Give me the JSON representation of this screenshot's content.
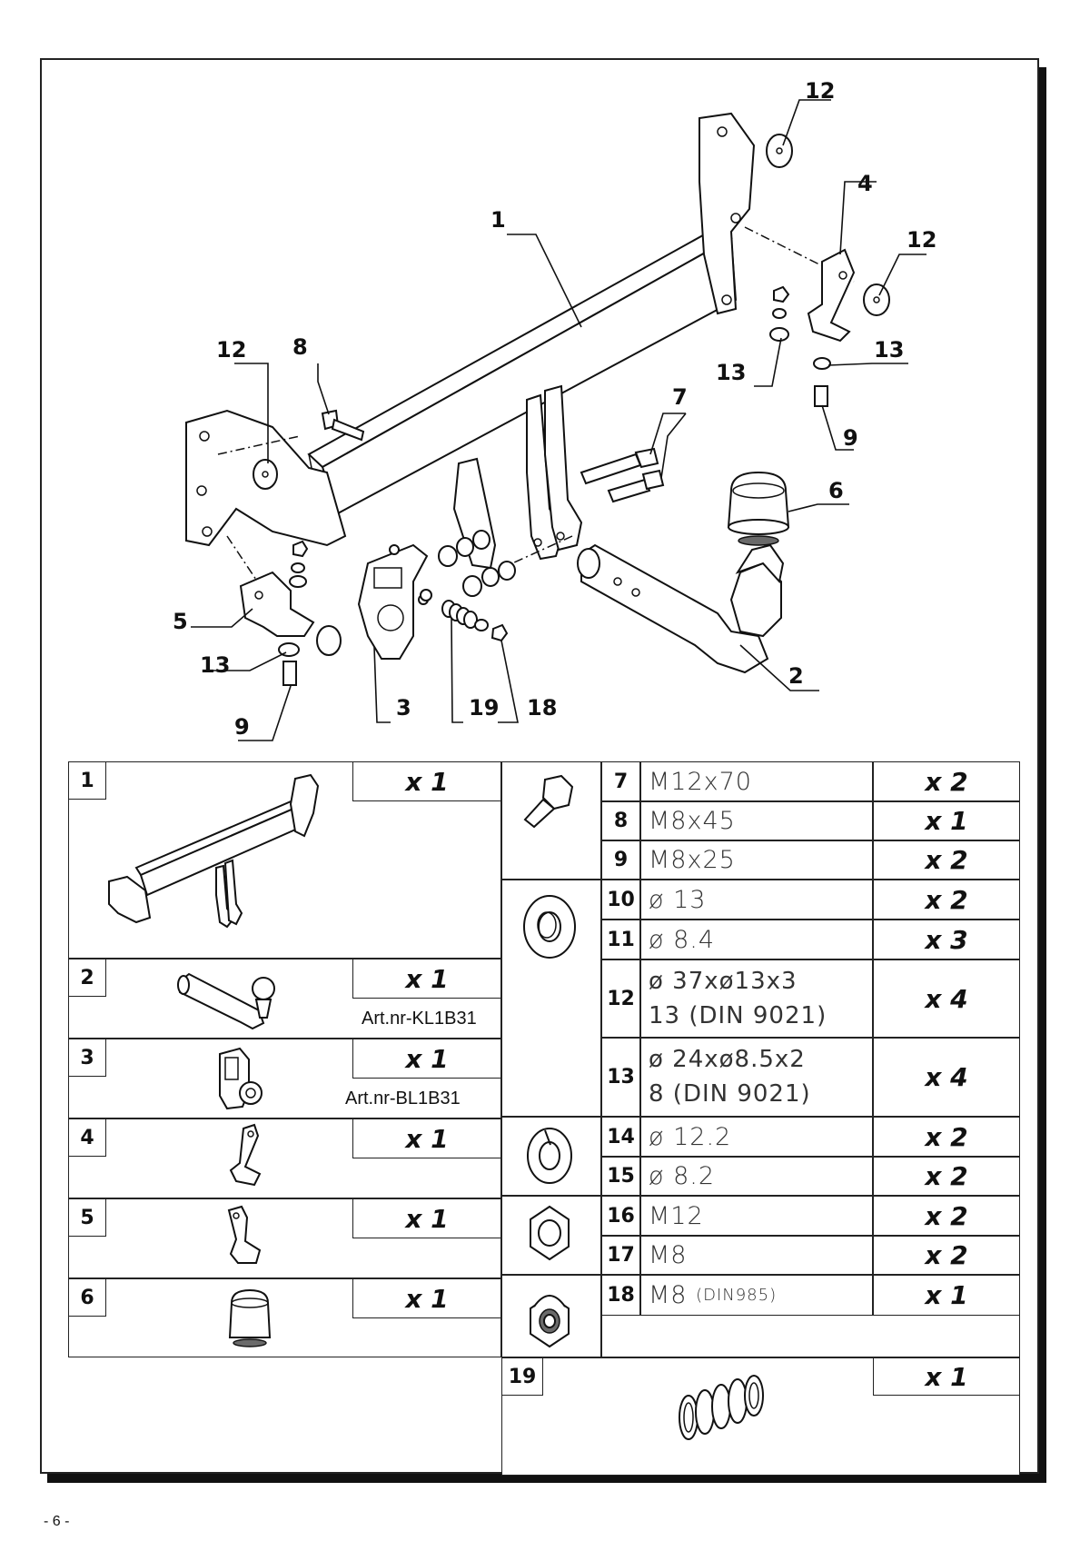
{
  "callouts": [
    "1",
    "2",
    "3",
    "4",
    "5",
    "6",
    "7",
    "8",
    "9",
    "9",
    "12",
    "12",
    "12",
    "13",
    "13",
    "13",
    "18",
    "19"
  ],
  "parts": [
    {
      "no": "1",
      "qty": "x 1",
      "art": ""
    },
    {
      "no": "2",
      "qty": "x 1",
      "art": "Art.nr-KL1B31"
    },
    {
      "no": "3",
      "qty": "x 1",
      "art": "Art.nr-BL1B31"
    },
    {
      "no": "4",
      "qty": "x 1",
      "art": ""
    },
    {
      "no": "5",
      "qty": "x 1",
      "art": ""
    },
    {
      "no": "6",
      "qty": "x 1",
      "art": ""
    }
  ],
  "hardware": [
    {
      "no": "7",
      "spec": "M12x70",
      "qty": "x 2"
    },
    {
      "no": "8",
      "spec": "M8x45",
      "qty": "x 1"
    },
    {
      "no": "9",
      "spec": "M8x25",
      "qty": "x 2"
    },
    {
      "no": "10",
      "spec": "ø 13",
      "qty": "x 2"
    },
    {
      "no": "11",
      "spec": "ø 8.4",
      "qty": "x 3"
    },
    {
      "no": "12",
      "spec_line1": "ø 37xø13x3",
      "spec_line2": "13   (DIN 9021)",
      "qty": "x 4"
    },
    {
      "no": "13",
      "spec_line1": "ø 24xø8.5x2",
      "spec_line2": "8    (DIN 9021)",
      "qty": "x 4"
    },
    {
      "no": "14",
      "spec": "ø 12.2",
      "qty": "x 2"
    },
    {
      "no": "15",
      "spec": "ø 8.2",
      "qty": "x 2"
    },
    {
      "no": "16",
      "spec": "M12",
      "qty": "x 2"
    },
    {
      "no": "17",
      "spec": "M8",
      "qty": "x 2"
    },
    {
      "no": "18",
      "spec": "M8",
      "spec_note": "(DIN985)",
      "qty": "x 1"
    },
    {
      "no": "19",
      "qty": "x 1"
    }
  ],
  "icons": [
    "bolt-icon",
    "washer-icon",
    "spring-washer-icon",
    "hex-nut-icon",
    "lock-nut-icon",
    "spring-icon"
  ],
  "footer": {
    "page": "- 6 -"
  }
}
